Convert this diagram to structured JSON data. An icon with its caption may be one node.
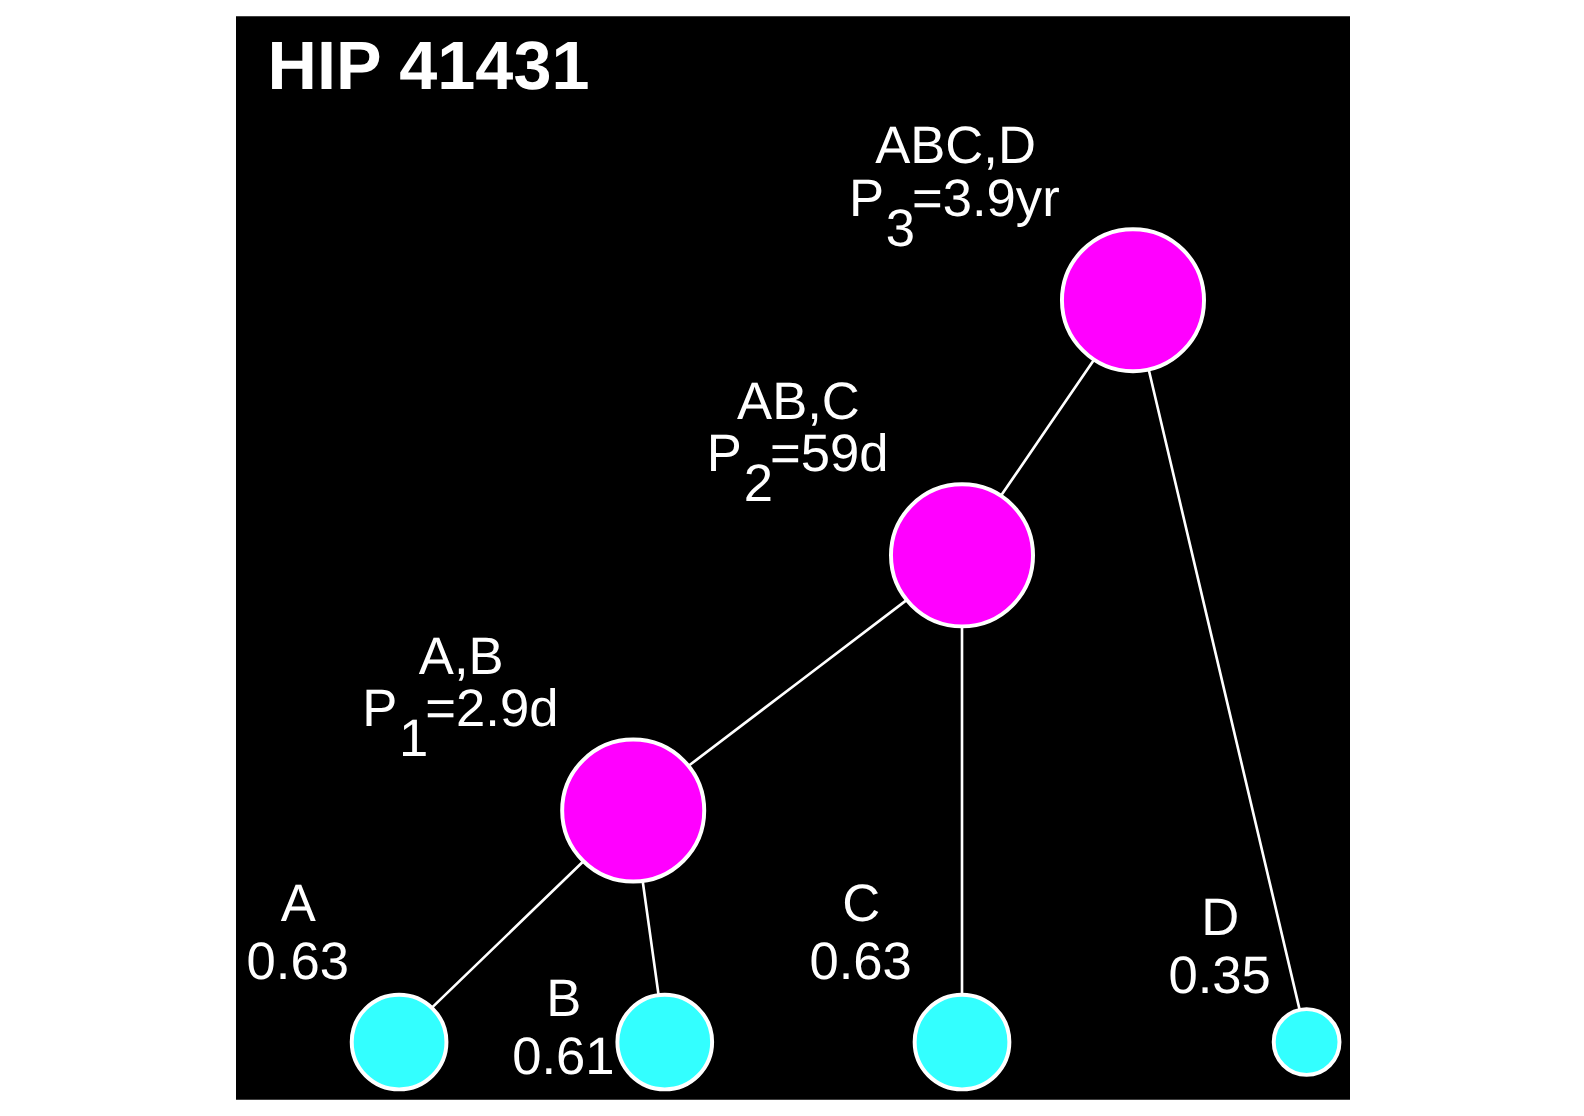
{
  "diagram": {
    "title": "HIP 41431",
    "nodes": [
      {
        "text": [],
        "shape": "circle",
        "beside": [
          "ABC,D",
          "P$_{3}$=3.9yr"
        ]
      },
      {
        "text": [],
        "shape": "circle",
        "beside": [
          "AB,C",
          "P$_{2}$=59d"
        ]
      },
      {
        "text": [],
        "shape": "circle",
        "beside": [
          "A,B",
          "P$_{1}$=2.9d"
        ]
      },
      {
        "text": [],
        "shape": "circle",
        "beside": [
          "A",
          "0.63"
        ]
      },
      {
        "text": [],
        "shape": "circle",
        "beside": [
          "B",
          "0.61"
        ]
      },
      {
        "text": [],
        "shape": "circle",
        "beside": [
          "C",
          "0.63"
        ]
      },
      {
        "text": [],
        "shape": "circle",
        "beside": [
          "D",
          "0.35"
        ]
      }
    ],
    "edges": [
      {
        "from": 0,
        "to": 1,
        "arrow": "none"
      },
      {
        "from": 0,
        "to": 6,
        "arrow": "none"
      },
      {
        "from": 1,
        "to": 2,
        "arrow": "none"
      },
      {
        "from": 1,
        "to": 5,
        "arrow": "none"
      },
      {
        "from": 2,
        "to": 3,
        "arrow": "none"
      },
      {
        "from": 2,
        "to": 4,
        "arrow": "none"
      }
    ]
  }
}
